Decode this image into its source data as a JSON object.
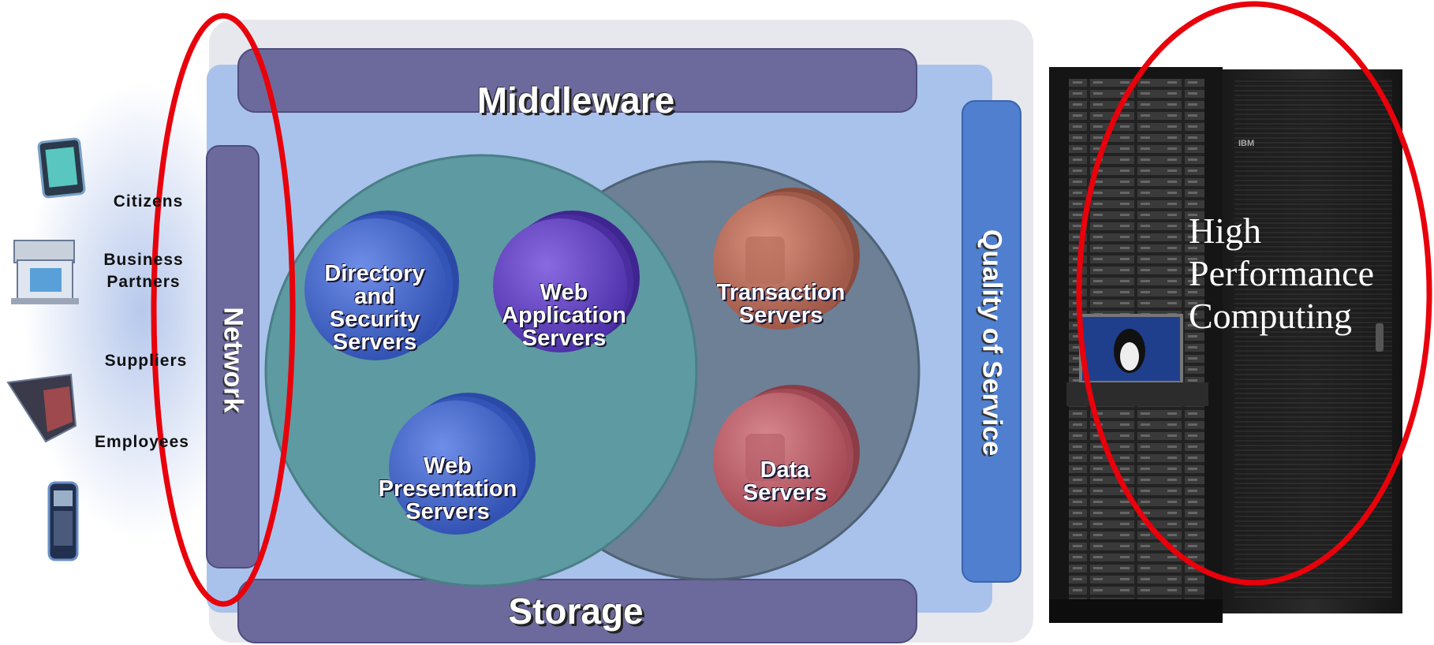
{
  "title": "Middleware",
  "bottom_bar": "Storage",
  "left_bar": "Network",
  "right_bar": "Quality of Service",
  "users": {
    "citizens": "Citizens",
    "business_partners_line1": "Business",
    "business_partners_line2": "Partners",
    "suppliers": "Suppliers",
    "employees": "Employees"
  },
  "servers": {
    "directory": [
      "Directory",
      "and",
      "Security",
      "Servers"
    ],
    "web_app": [
      "Web",
      "Application",
      "Servers"
    ],
    "web_presentation": [
      "Web",
      "Presentation",
      "Servers"
    ],
    "transaction": [
      "Transaction",
      "Servers"
    ],
    "data": [
      "Data",
      "Servers"
    ]
  },
  "hpc": [
    "High",
    "Performance",
    "Computing"
  ],
  "rack_brand": "IBM",
  "colors": {
    "bar": "#6c6a9c",
    "panel": "#a8c2ec",
    "teal_circle": "#5e9aa2",
    "slate_circle": "#6d8096",
    "blue_server": "#3f62c8",
    "purple_server": "#6244c2",
    "orange_server": "#c0705c",
    "red_server": "#c25c68",
    "qos_bar": "#4f7fce",
    "highlight": "#e8000b"
  }
}
